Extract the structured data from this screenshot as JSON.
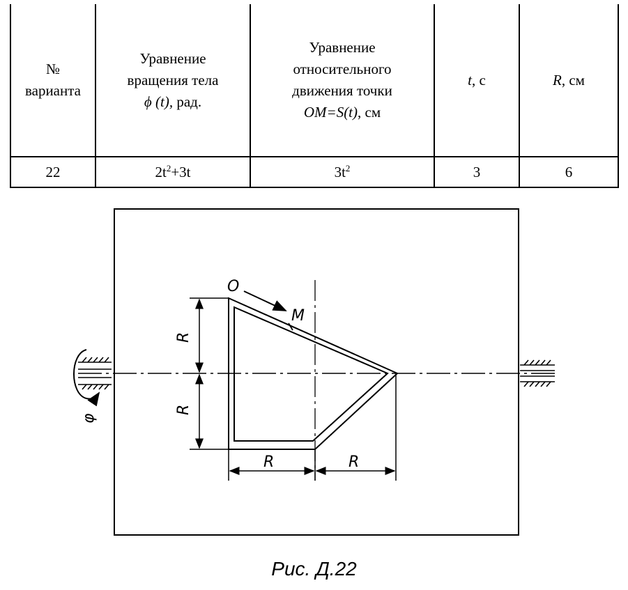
{
  "table": {
    "headers": {
      "variant_line1": "№",
      "variant_line2": "варианта",
      "rotation_line1": "Уравнение",
      "rotation_line2": "вращения тела",
      "rotation_symbol": "ϕ",
      "rotation_arg": " (t),",
      "rotation_unit": "  рад.",
      "relative_line1": "Уравнение",
      "relative_line2": "относительного",
      "relative_line3": "движения точки",
      "relative_formula": "OM=S(t)",
      "relative_unit": ", см",
      "time_var": "t",
      "time_unit": ", с",
      "radius_var": "R",
      "radius_unit": ", см"
    },
    "row": {
      "variant": "22",
      "rotation_eq": {
        "a": "2t",
        "a_exp": "2",
        "b": "+3t"
      },
      "relative_eq": {
        "a": "3t",
        "a_exp": "2"
      },
      "time": "3",
      "radius": "6"
    }
  },
  "figure": {
    "labels": {
      "point_o": "O",
      "point_m": "M",
      "radius_top": "R",
      "radius_bottom": "R",
      "radius_left_dim": "R",
      "radius_right_dim": "R",
      "phi": "φ"
    },
    "caption": "Рис. Д.22"
  }
}
